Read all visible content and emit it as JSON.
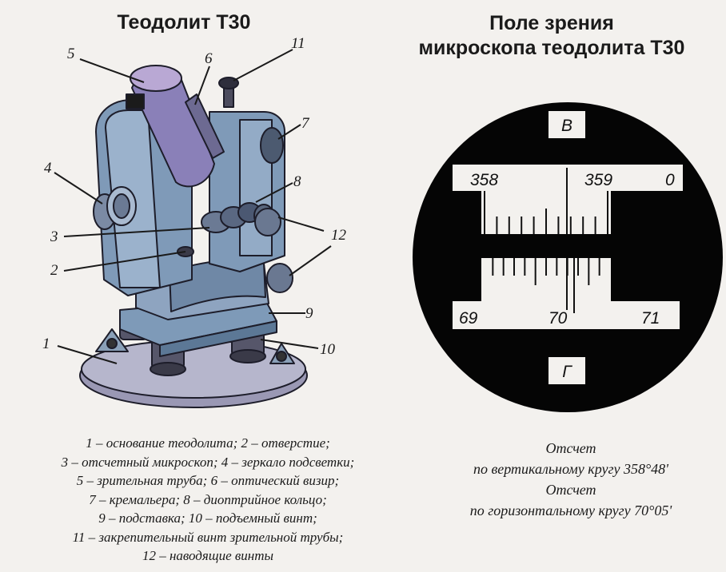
{
  "left_title": "Теодолит Т30",
  "right_title_lines": [
    "Поле зрения",
    "микроскопа теодолита Т30"
  ],
  "callouts": [
    "1",
    "2",
    "3",
    "4",
    "5",
    "6",
    "7",
    "8",
    "9",
    "10",
    "11",
    "12"
  ],
  "legend": [
    "1 – основание теодолита; 2 – отверстие;",
    "3 – отсчетный микроскоп; 4 – зеркало подсветки;",
    "5 – зрительная труба; 6 – оптический визир;",
    "7 – кремальера; 8 – диоптрийное кольцо;",
    "9 – подставка; 10 – подъемный винт;",
    "11 – закрепительный винт зрительной трубы;",
    "12 – наводящие винты"
  ],
  "microscope": {
    "top_label": "В",
    "bottom_label": "Г",
    "upper_scale": [
      "358",
      "359",
      "0"
    ],
    "lower_scale": [
      "69",
      "70",
      "71"
    ]
  },
  "readings": [
    "Отсчет",
    "по вертикальному кругу 358°48'",
    "Отсчет",
    "по горизонтальному кругу 70°05'"
  ]
}
